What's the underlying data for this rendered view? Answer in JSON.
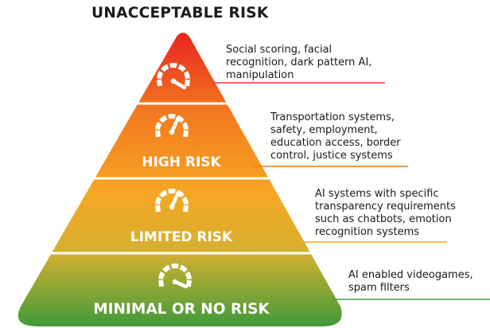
{
  "title": "UNACCEPTABLE RISK",
  "tiers": [
    {
      "label": "",
      "description": [
        "Social scoring, facial",
        "recognition, dark pattern AI,",
        "manipulation"
      ],
      "underline_color": "#e53935"
    },
    {
      "label": "HIGH RISK",
      "description": [
        "Transportation systems,",
        "safety, employment,",
        "education access, border",
        "control, justice systems"
      ],
      "underline_color": "#f57c00"
    },
    {
      "label": "LIMITED RISK",
      "description": [
        "AI systems with specific",
        "transparency requirements",
        "such as chatbots, emotion",
        "recognition systems"
      ],
      "underline_color": "#f9a825"
    },
    {
      "label": "MINIMAL OR NO RISK",
      "description": [
        "AI enabled videogames,",
        "spam filters"
      ],
      "underline_color": "#43a047"
    }
  ],
  "colors": {
    "gradient_top": "#e8221f",
    "gradient_mid": "#f5a623",
    "gradient_bottom": "#3f9a3a",
    "separator": "#ffffff",
    "gauge": "#ffffff"
  },
  "icons": [
    "gauge-icon",
    "gauge-icon",
    "gauge-icon",
    "gauge-icon"
  ]
}
